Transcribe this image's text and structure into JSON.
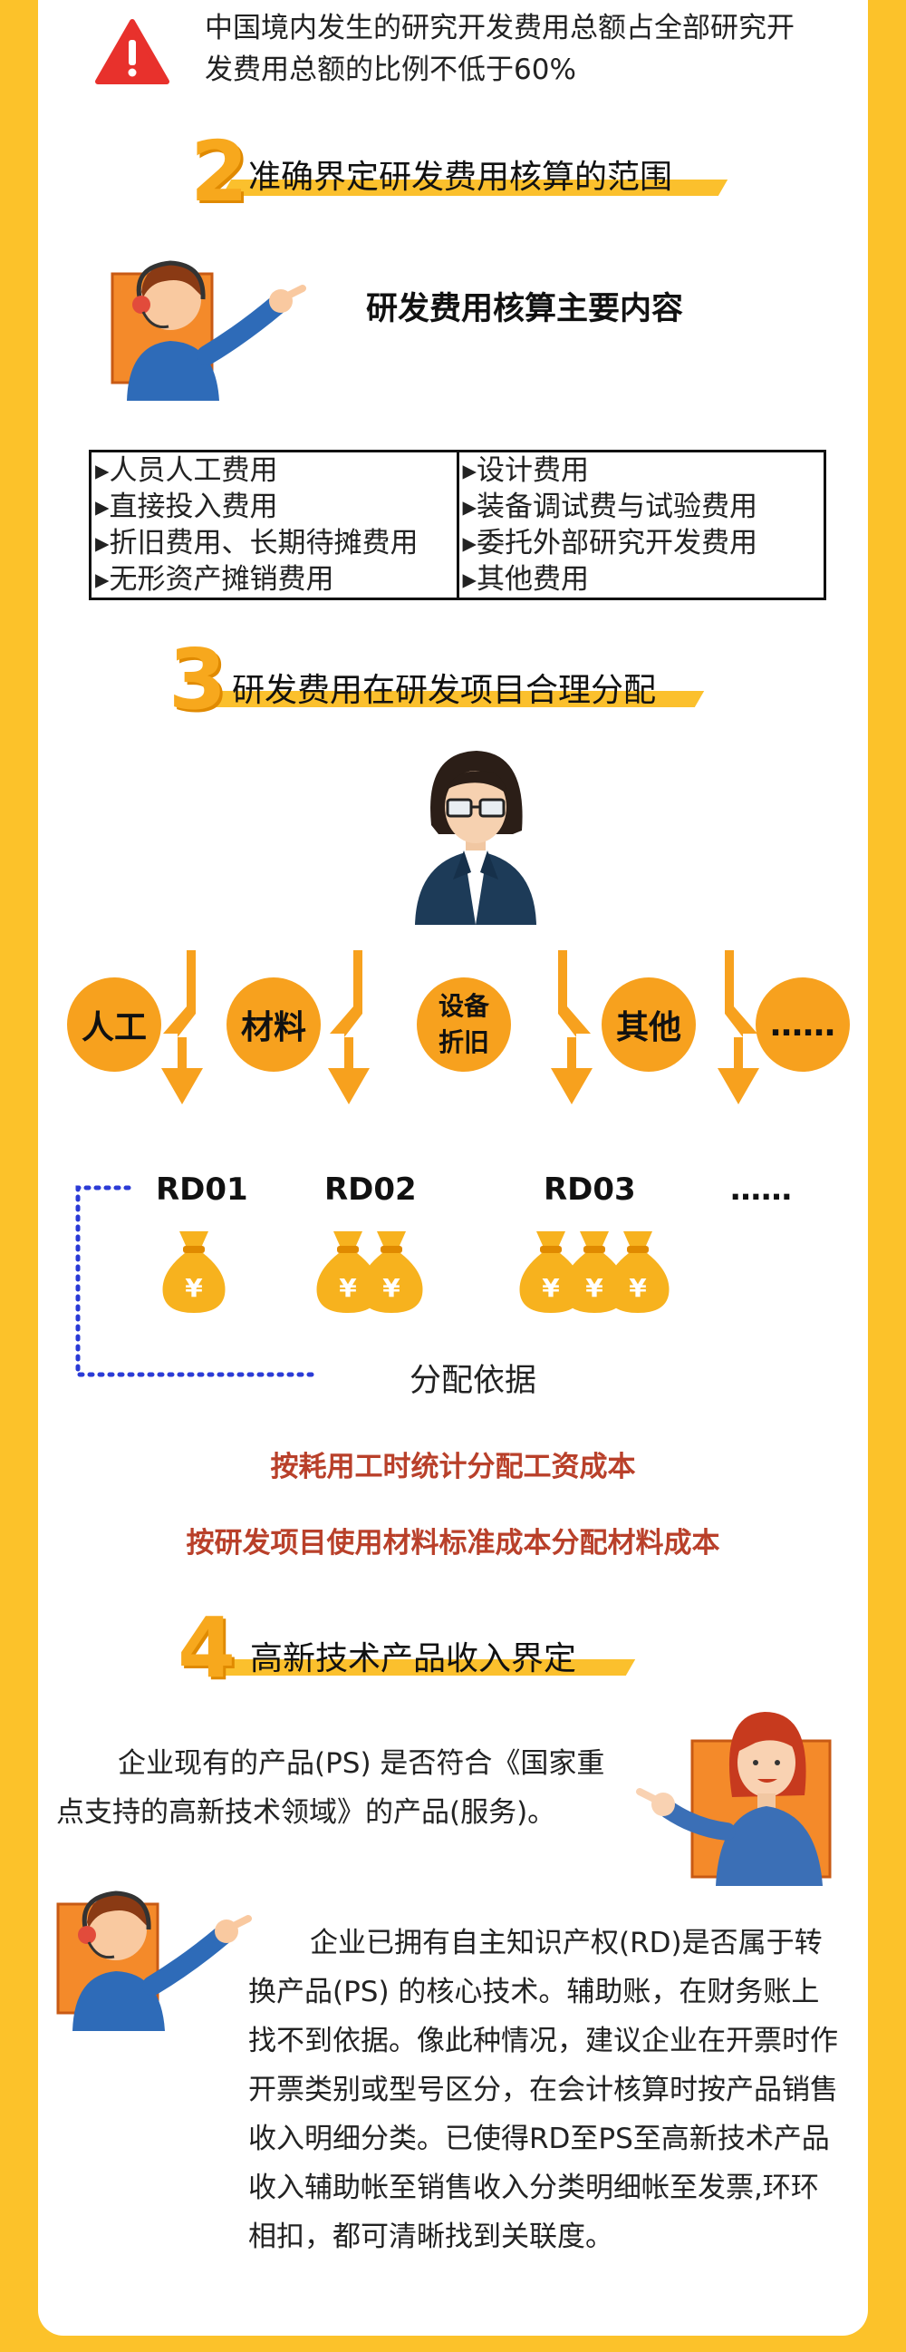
{
  "notice": {
    "icon": "warning-icon",
    "text": "中国境内发生的研究开发费用总额占全部研究开发费用总额的比例不低于60%"
  },
  "section2": {
    "number": "2",
    "title": "准确界定研发费用核算的范围",
    "subtitle": "研发费用核算主要内容",
    "table": [
      [
        "▸人员人工费用",
        "▸设计费用"
      ],
      [
        "▸直接投入费用",
        "▸装备调试费与试验费用"
      ],
      [
        "▸折旧费用、长期待摊费用",
        "▸委托外部研究开发费用"
      ],
      [
        "▸无形资产摊销费用",
        "▸其他费用"
      ]
    ]
  },
  "section3": {
    "number": "3",
    "title": "研发费用在研发项目合理分配",
    "categories": [
      "人工",
      "材料",
      "设备\n折旧",
      "其他",
      "……"
    ],
    "projects": [
      "RD01",
      "RD02",
      "RD03",
      "……"
    ],
    "basis_label": "分配依据",
    "rule1": "按耗用工时统计分配工资成本",
    "rule2": "按研发项目使用材料标准成本分配材料成本"
  },
  "section4": {
    "number": "4",
    "title": "高新技术产品收入界定",
    "para1": "企业现有的产品(PS) 是否符合《国家重点支持的高新技术领域》的产品(服务)。",
    "para2": "企业已拥有自主知识产权(RD)是否属于转换产品(PS) 的核心技术。辅助账，在财务账上找不到依据。像此种情况，建议企业在开票时作开票类别或型号区分，在会计核算时按产品销售收入明细分类。已使得RD至PS至高新技术产品收入辅助帐至销售收入分类明细帐至发票,环环相扣，都可清晰找到关联度。"
  },
  "colors": {
    "accent": "#fcc22a",
    "orange": "#f7a11e",
    "rule_red": "#b9402a",
    "dotted_blue": "#2b3bd6"
  }
}
